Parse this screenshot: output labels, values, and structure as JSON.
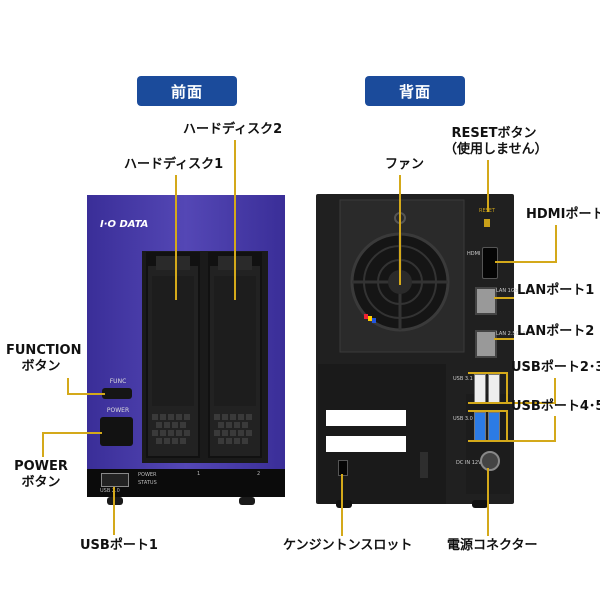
{
  "headers": {
    "front": "前面",
    "back": "背面"
  },
  "front": {
    "brand": "I·O DATA",
    "labels": {
      "hdd2": "ハードディスク2",
      "hdd1": "ハードディスク1",
      "function": "FUNCTION\nボタン",
      "power": "POWER\nボタン",
      "usb1": "USBポート1"
    },
    "panel": {
      "func": "FUNC",
      "power": "POWER",
      "led_power": "POWER",
      "led_status": "STATUS",
      "usb_text": "USB 2.0",
      "bay1": "1",
      "bay2": "2"
    }
  },
  "back": {
    "labels": {
      "reset": "RESETボタン\n（使用しません）",
      "fan": "ファン",
      "hdmi": "HDMIポート",
      "lan1": "LANポート1",
      "lan2": "LANポート2",
      "usb23": "USBポート2･3",
      "usb45": "USBポート4･5",
      "kensington": "ケンジントンスロット",
      "power_connector": "電源コネクター"
    },
    "panel": {
      "reset": "RESET",
      "hdmi": "HDMI",
      "lan1": "LAN 1GbE",
      "lan2": "LAN 2.5GbE",
      "usb31": "USB 3.1",
      "usb30": "USB 3.0",
      "dc": "DC IN 12V"
    }
  },
  "colors": {
    "header_bg": "#1b4b9b",
    "front_accent": "#4a3ca6",
    "leader_line": "#d4a91a",
    "usb3_blue": "#2c7be5"
  }
}
